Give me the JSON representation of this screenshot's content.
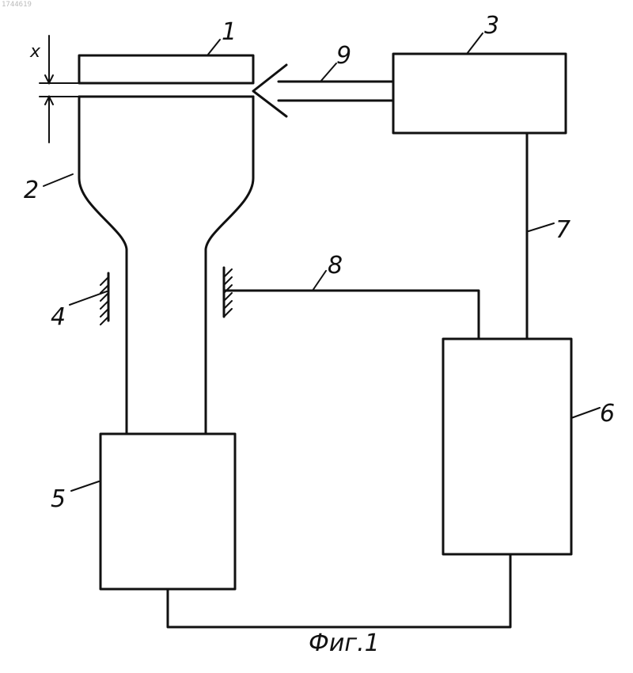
{
  "figure": {
    "caption": "Фиг.1",
    "corner_mark": "1744619"
  },
  "labels": {
    "plate": "1",
    "vessel": "2",
    "unit3": "3",
    "clamp": "4",
    "unit5": "5",
    "unit6": "6",
    "link7": "7",
    "link8": "8",
    "beam9": "9",
    "gap": "x"
  }
}
